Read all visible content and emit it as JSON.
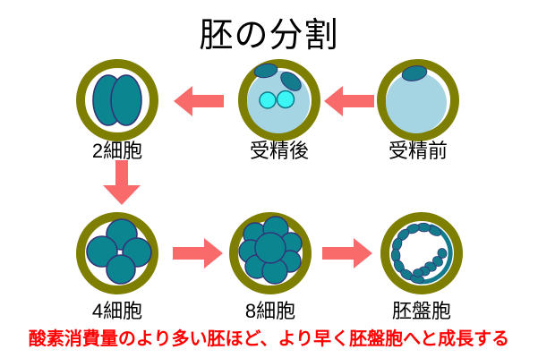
{
  "title": "胚の分割",
  "caption": "酸素消費量のより多い胚ほど、より早く胚盤胞へと成長する",
  "stages": {
    "pre_fertilization": {
      "label": "受精前"
    },
    "post_fertilization": {
      "label": "受精後"
    },
    "two_cell": {
      "label": "2細胞"
    },
    "four_cell": {
      "label": "4細胞"
    },
    "eight_cell": {
      "label": "8細胞"
    },
    "blastocyst": {
      "label": "胚盤胞"
    }
  },
  "flow": [
    "受精前 → 受精後",
    "受精後 → 2細胞",
    "2細胞 → 4細胞",
    "4細胞 → 8細胞",
    "8細胞 → 胚盤胞"
  ],
  "colors": {
    "ring": "#7E7E00",
    "cell_fill": "#0B8691",
    "cell_stroke": "#333377",
    "cytoplasm": "#A5D5E2",
    "polar_body": "#147B8C",
    "pronucleus": "#3CF5F5",
    "pronucleus_stroke": "#0A7A8A",
    "arrow": "#F96B6B",
    "caption_red": "#FF0000",
    "ink": "#000000"
  }
}
